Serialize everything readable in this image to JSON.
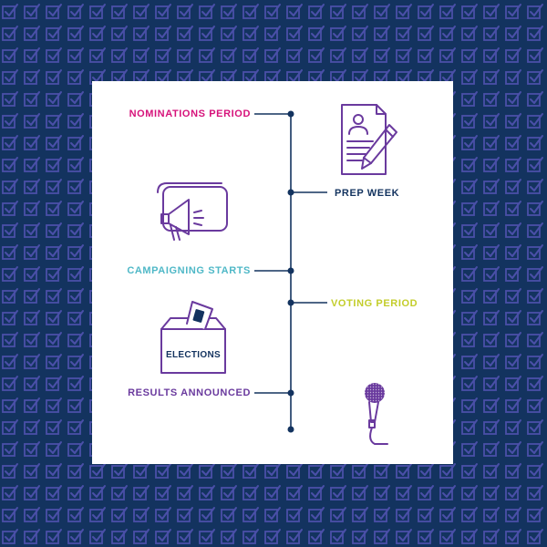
{
  "colors": {
    "background": "#13335f",
    "pattern": "#4a4fa8",
    "card": "#ffffff",
    "timeline": "#13335f",
    "icon_purple": "#6a3a9e"
  },
  "timeline": {
    "events": [
      {
        "label": "NOMINATIONS PERIOD",
        "side": "left",
        "color": "#d6127a"
      },
      {
        "label": "PREP WEEK",
        "side": "right",
        "color": "#13335f"
      },
      {
        "label": "CAMPAIGNING STARTS",
        "side": "left",
        "color": "#4fb8c7"
      },
      {
        "label": "VOTING PERIOD",
        "side": "right",
        "color": "#c3cd2a"
      },
      {
        "label": "RESULTS ANNOUNCED",
        "side": "left",
        "color": "#6a3a9e"
      }
    ]
  },
  "icons": {
    "document": "document-pen-icon",
    "megaphone": "megaphone-icon",
    "ballot_box": "ballot-box-icon",
    "microphone": "microphone-icon"
  },
  "ballot_box": {
    "label": "ELECTIONS"
  }
}
